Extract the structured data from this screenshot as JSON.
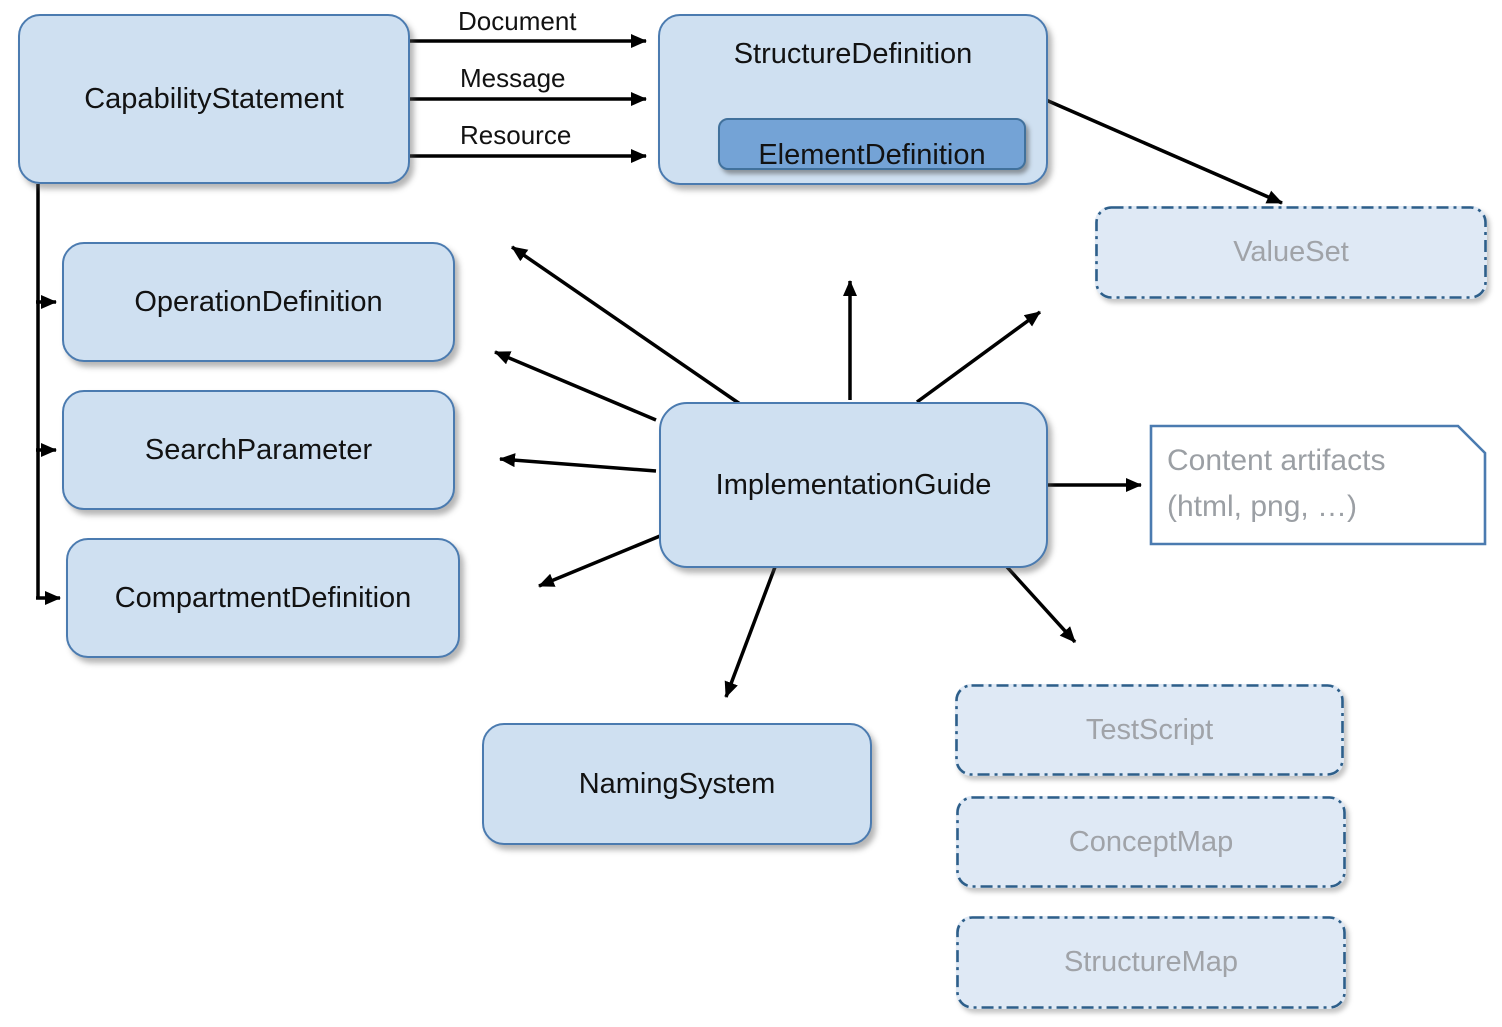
{
  "nodes": {
    "capability_statement": "CapabilityStatement",
    "structure_definition": "StructureDefinition",
    "element_definition": "ElementDefinition",
    "value_set": "ValueSet",
    "operation_definition": "OperationDefinition",
    "search_parameter": "SearchParameter",
    "compartment_definition": "CompartmentDefinition",
    "implementation_guide": "ImplementationGuide",
    "naming_system": "NamingSystem",
    "content_artifacts_line1": "Content artifacts",
    "content_artifacts_line2": "(html, png, …)",
    "test_script": "TestScript",
    "concept_map": "ConceptMap",
    "structure_map": "StructureMap"
  },
  "edges": {
    "document_label": "Document",
    "message_label": "Message",
    "resource_label": "Resource"
  },
  "colors": {
    "node_fill": "#cfe0f1",
    "node_border": "#4b7bb0",
    "nested_fill": "#74a3d6",
    "nested_border": "#41719c",
    "muted_fill": "#dfe9f5",
    "muted_border": "#2e5f8a",
    "muted_text": "#9b9fa4",
    "arrow": "#000000"
  }
}
